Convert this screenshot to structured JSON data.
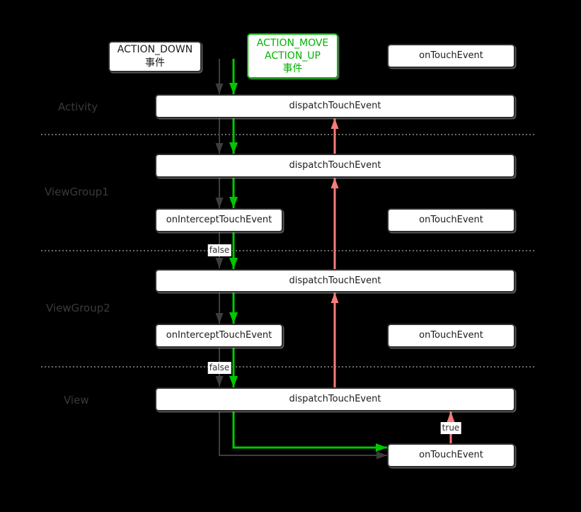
{
  "colors": {
    "background": "#000000",
    "box_bg": "#ffffff",
    "box_border": "#2d2d2d",
    "box_text": "#1c1c1c",
    "row_label": "#3a3a3a",
    "accent_green": "#00b400",
    "arrow_gray": "#3d3d3d",
    "arrow_green": "#00c800",
    "arrow_pink": "#f47c7c",
    "separator": "#6b6b6b",
    "flag_text": "#333333"
  },
  "rows": {
    "activity": "Activity",
    "viewgroup1": "ViewGroup1",
    "viewgroup2": "ViewGroup2",
    "view": "View"
  },
  "event_sources": {
    "action_down": {
      "line1": "ACTION_DOWN",
      "line2": "事件"
    },
    "action_move_up": {
      "line1": "ACTION_MOVE",
      "line2": "ACTION_UP",
      "line3": "事件"
    }
  },
  "nodes": {
    "ontouch_top": "onTouchEvent",
    "dispatch_activity": "dispatchTouchEvent",
    "dispatch_vg1": "dispatchTouchEvent",
    "onintercept_vg1": "onInterceptTouchEvent",
    "ontouch_vg1": "onTouchEvent",
    "dispatch_vg2": "dispatchTouchEvent",
    "onintercept_vg2": "onInterceptTouchEvent",
    "ontouch_vg2": "onTouchEvent",
    "dispatch_view": "dispatchTouchEvent",
    "ontouch_view": "onTouchEvent"
  },
  "flags": {
    "false_vg1": "false",
    "false_vg2": "false",
    "true_view": "true"
  }
}
